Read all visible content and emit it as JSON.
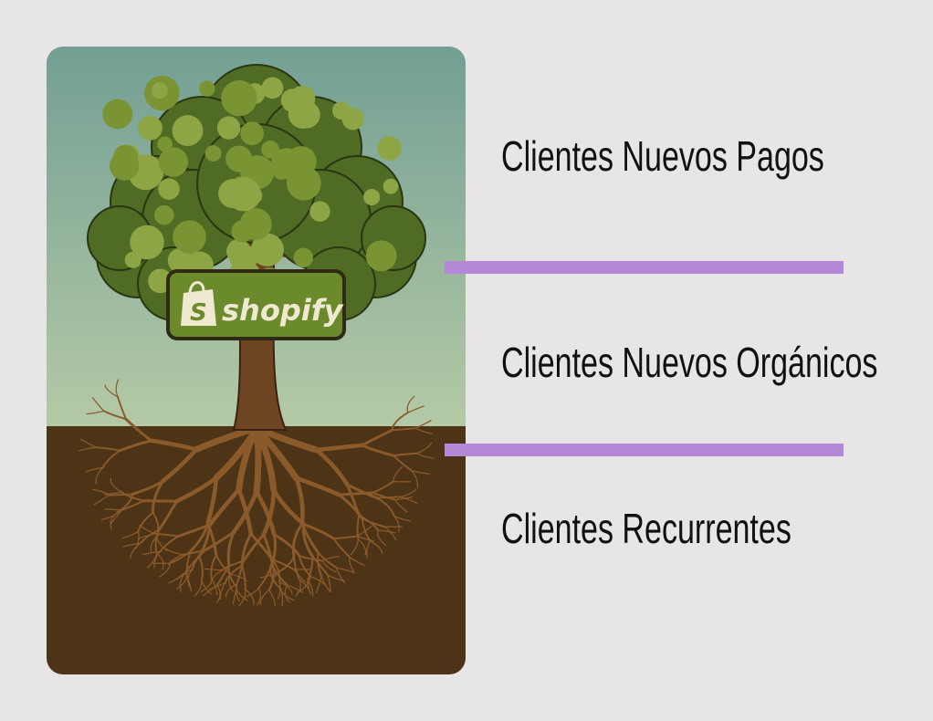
{
  "illustration": {
    "logo_text": "shopify",
    "logo_letter": "S"
  },
  "layers": [
    {
      "label": "Clientes Nuevos Pagos"
    },
    {
      "label": "Clientes Nuevos Orgánicos"
    },
    {
      "label": "Clientes Recurrentes"
    }
  ],
  "colors": {
    "divider": "#b388d6",
    "logo_bg": "#6b8a2c",
    "soil": "#4e3417"
  }
}
